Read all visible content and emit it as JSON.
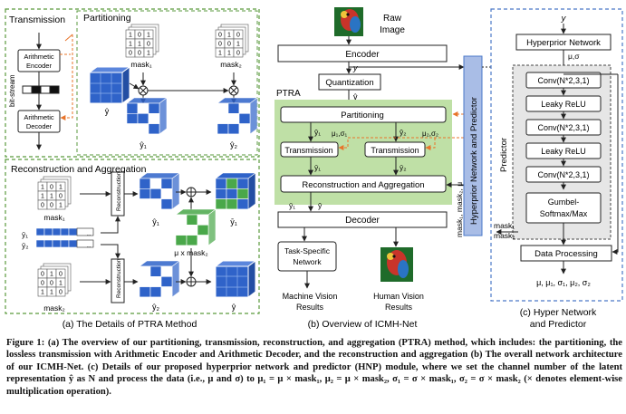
{
  "panel_a": {
    "transmission_title": "Transmission",
    "partitioning_title": "Partitioning",
    "recon_title": "Reconstruction and Aggregation",
    "arith_encoder": [
      "Arithmetic",
      "Encoder"
    ],
    "arith_decoder": [
      "Arithmetic",
      "Decoder"
    ],
    "bitstream": "bit-stream",
    "mask1_label": "mask₁",
    "mask2_label": "mask₂",
    "yhat": "ŷ",
    "yhat1": "ŷ₁",
    "yhat2": "ŷ₂",
    "ybar1": "ȳ₁",
    "ybar2": "ȳ₂",
    "mu_x_mask2": "μ x mask₂",
    "reconstruction": "Reconstruction",
    "mask1_top": [
      [
        "1",
        "0",
        "1"
      ],
      [
        "1",
        "1",
        "0"
      ],
      [
        "0",
        "0",
        "1"
      ]
    ],
    "mask2_top": [
      [
        "0",
        "1",
        "0"
      ],
      [
        "0",
        "0",
        "1"
      ],
      [
        "1",
        "1",
        "0"
      ]
    ],
    "mask1_bot": [
      [
        "1",
        "0",
        "1"
      ],
      [
        "1",
        "1",
        "0"
      ],
      [
        "0",
        "0",
        "1"
      ]
    ],
    "mask2_bot": [
      [
        "0",
        "1",
        "0"
      ],
      [
        "0",
        "0",
        "1"
      ],
      [
        "1",
        "1",
        "0"
      ]
    ],
    "ellipsis": "...",
    "caption": "(a) The Details of PTRA Method"
  },
  "panel_b": {
    "raw_image": [
      "Raw",
      "Image"
    ],
    "encoder": "Encoder",
    "y": "y",
    "quantization": "Quantization",
    "yhat": "ŷ",
    "ptra": "PTRA",
    "partitioning": "Partitioning",
    "yhat1": "ŷ₁",
    "yhat2": "ŷ₂",
    "mu1sigma1": "μ₁,σ₁",
    "mu2sigma2": "μ₂,σ₂",
    "transmission1": "Transmission",
    "transmission2": "Transmission",
    "ybar1": "ȳ₁",
    "ybar2": "ȳ₂",
    "recon_agg": "Reconstruction and Aggregation",
    "decoder": "Decoder",
    "task_net": [
      "Task-Specific",
      "Network"
    ],
    "machine_results": [
      "Machine Vision",
      "Results"
    ],
    "human_results": [
      "Human Vision",
      "Results"
    ],
    "hnp": "Hyperprior Network and Predictor",
    "side_labels": "mask₁, mask₂, μ",
    "caption": "(b) Overview of ICMH-Net"
  },
  "panel_c": {
    "y": "y",
    "hyperprior": "Hyperprior Network",
    "mu_sigma": "μ,σ",
    "predictor": "Predictor",
    "layers": [
      "Conv(N*2,3,1)",
      "Leaky ReLU",
      "Conv(N*2,3,1)",
      "Leaky ReLU",
      "Conv(N*2,3,1)"
    ],
    "gumbel": [
      "Gumbel-",
      "Softmax/Max"
    ],
    "mask1": "mask₁",
    "mask2": "mask₂",
    "data_processing": "Data Processing",
    "outputs": "μ, μ₁, σ₁, μ₂, σ₂",
    "caption": [
      "(c) Hyper Network",
      "and Predictor"
    ]
  },
  "caption": {
    "label": "Figure 1:",
    "text": "(a) The overview of our partitioning, transmission, reconstruction, and aggregation (PTRA) method, which includes: the partitioning, the lossless transmission with Arithmetic Encoder and Arithmetic Decoder, and the reconstruction and aggregation (b) The overall network architecture of our ICMH-Net. (c) Details of our proposed hyperprior network and predictor (HNP) module, where we set the channel number of the latent representation ŷ as N and process the data (i.e., μ and σ) to μ₁ = μ × mask₁, μ₂ = μ × mask₂, σ₁ = σ × mask₁, σ₂ = σ × mask₂ (× denotes element-wise multiplication operation)."
  },
  "colors": {
    "green_dashed": "#5a9a3c",
    "blue_dashed": "#4a78c8",
    "ptra_green": "#bfe0a6",
    "cube_blue": "#2f63c9",
    "cube_green": "#4aa84a",
    "hnp_bar": "#a9bde6",
    "orange_arrow": "#e8742a"
  }
}
